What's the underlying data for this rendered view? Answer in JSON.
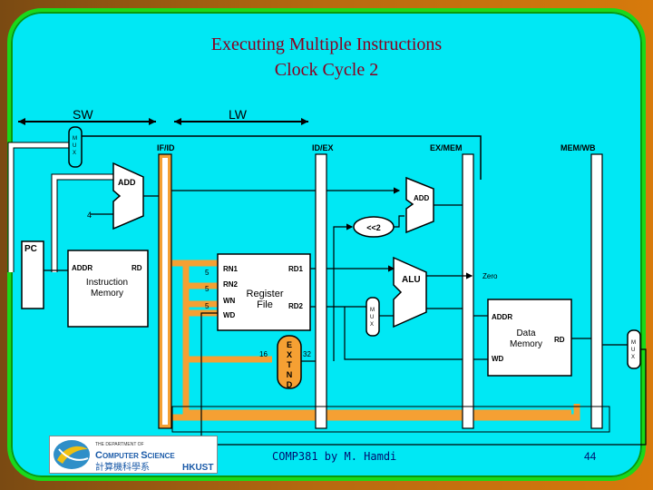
{
  "slide": {
    "title_line1": "Executing Multiple Instructions",
    "title_line2": "Clock Cycle 2",
    "stage_sw": "SW",
    "stage_lw": "LW",
    "footer_course": "COMP381 by M. Hamdi",
    "footer_page": "44"
  },
  "logo": {
    "line1": "THE DEPARTMENT OF",
    "line2_a": "C",
    "line2_b": "OMPUTER ",
    "line2_c": "S",
    "line2_d": "CIENCE",
    "chinese": "計算機科學系",
    "school": "HKUST"
  },
  "diagram": {
    "mux_label": "MUX",
    "add_label": "ADD",
    "const4": "4",
    "pc": "PC",
    "if_id": "IF/ID",
    "id_ex": "ID/EX",
    "ex_mem": "EX/MEM",
    "mem_wb": "MEM/WB",
    "imem_addr": "ADDR",
    "imem_rd": "RD",
    "imem_name1": "Instruction",
    "imem_name2": "Memory",
    "rf_rn1": "RN1",
    "rf_rn2": "RN2",
    "rf_wn": "WN",
    "rf_wd": "WD",
    "rf_rd1": "RD1",
    "rf_rd2": "RD2",
    "rf_name1": "Register",
    "rf_name2": "File",
    "bit5": "5",
    "bit16": "16",
    "bit32": "32",
    "bit32_short": "32",
    "extnd": [
      "E",
      "X",
      "T",
      "N",
      "D"
    ],
    "shift": "<<2",
    "alu": "ALU",
    "zero": "Zero",
    "dmem_addr": "ADDR",
    "dmem_name1": "Data",
    "dmem_name2": "Memory",
    "dmem_rd": "RD",
    "dmem_wd": "WD"
  },
  "colors": {
    "background": "#00e8f4",
    "border": "#19d919",
    "title": "#8b0020",
    "active_path": "#f5a033",
    "pipeline_register": "#f5a033"
  }
}
